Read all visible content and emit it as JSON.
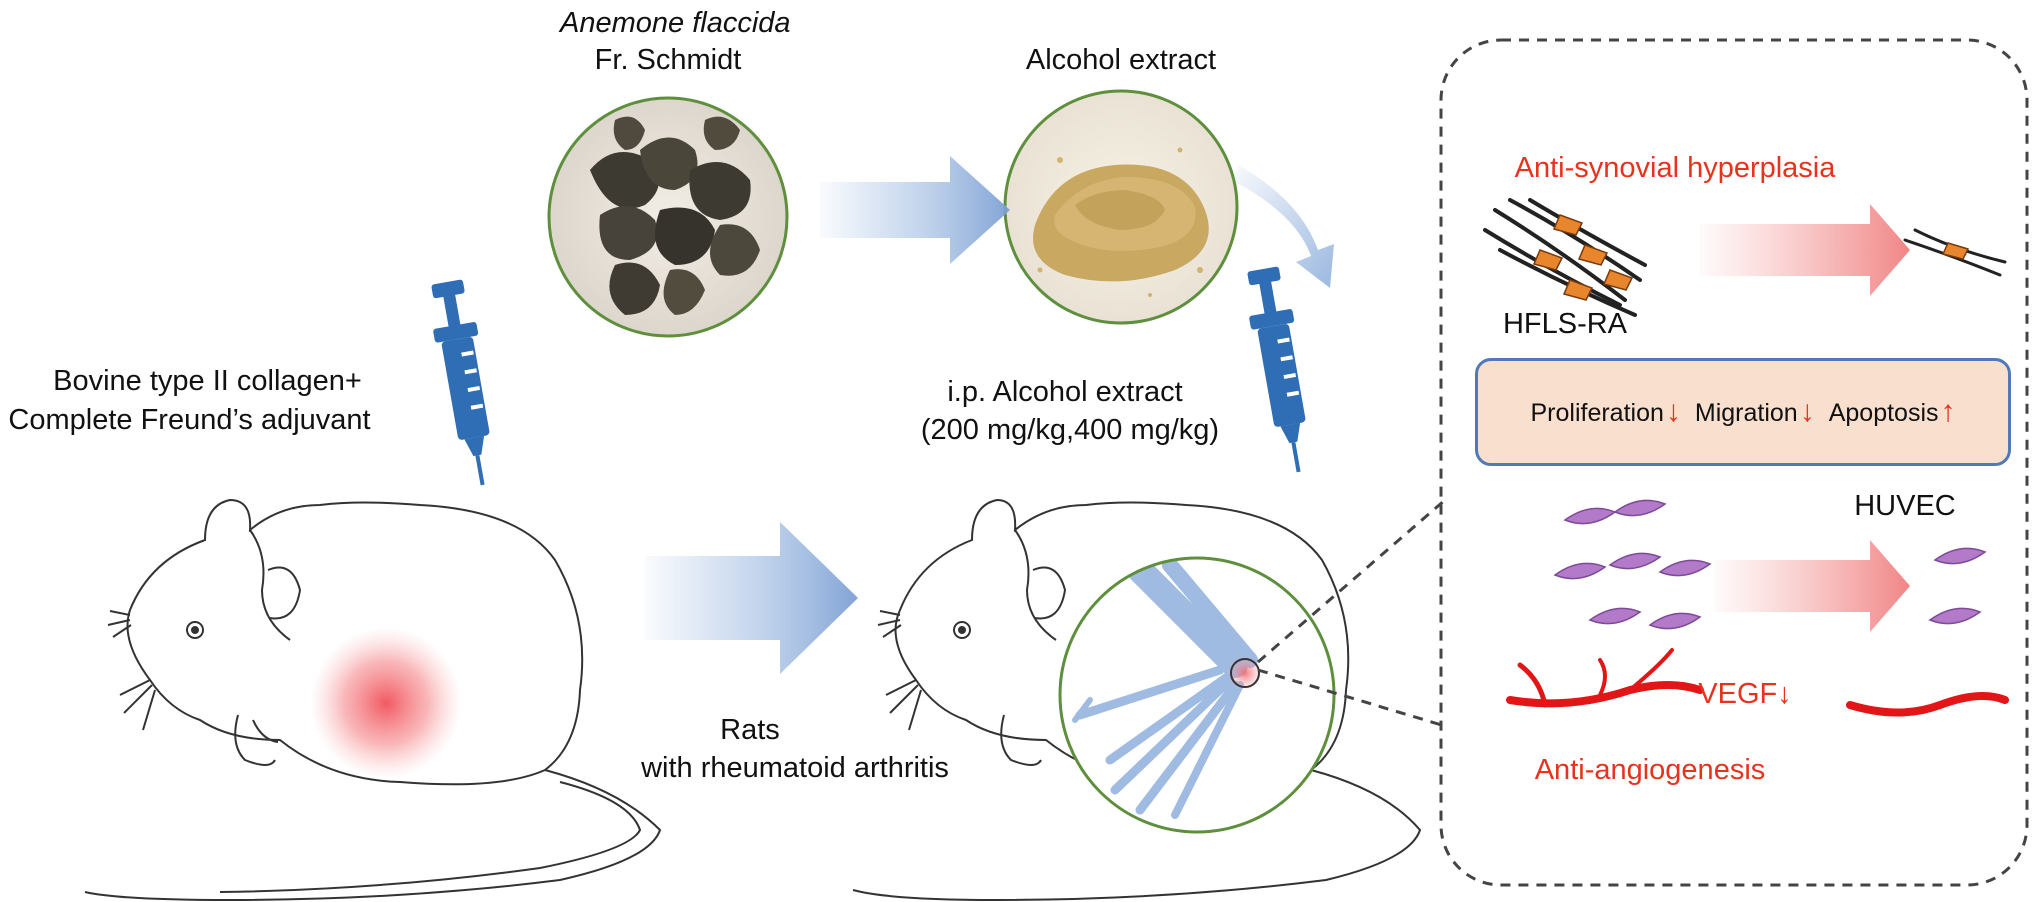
{
  "herb": {
    "name_italic": "Anemone flaccida",
    "name_author": "Fr. Schmidt"
  },
  "extract": {
    "label": "Alcohol extract"
  },
  "model": {
    "injection_line1": "Bovine type II collagen+",
    "injection_line2": "Complete Freund’s adjuvant",
    "rats_line1": "Rats",
    "rats_line2": "with rheumatoid arthritis"
  },
  "treatment": {
    "line1": "i.p. Alcohol extract",
    "line2": "(200 mg/kg,400 mg/kg)"
  },
  "effects": {
    "synovial_title": "Anti-synovial hyperplasia",
    "cell_line_1": "HFLS-RA",
    "proliferation": "Proliferation",
    "proliferation_arrow": "↓",
    "migration": "Migration",
    "migration_arrow": "↓",
    "apoptosis": "Apoptosis",
    "apoptosis_arrow": "↑",
    "cell_line_2": "HUVEC",
    "vegf": "VEGF↓",
    "angio_title": "Anti-angiogenesis"
  },
  "colors": {
    "arrow_blue": "#8fb0dc",
    "syringe_blue": "#2f6db5",
    "highlight_red": "#e8321e",
    "circle_green": "#5e8f3c",
    "box_fill": "#f9dfcd",
    "box_border": "#4f79b9",
    "cell_purple": "#b27ac8",
    "fibroblast_orange": "#e8862e"
  }
}
